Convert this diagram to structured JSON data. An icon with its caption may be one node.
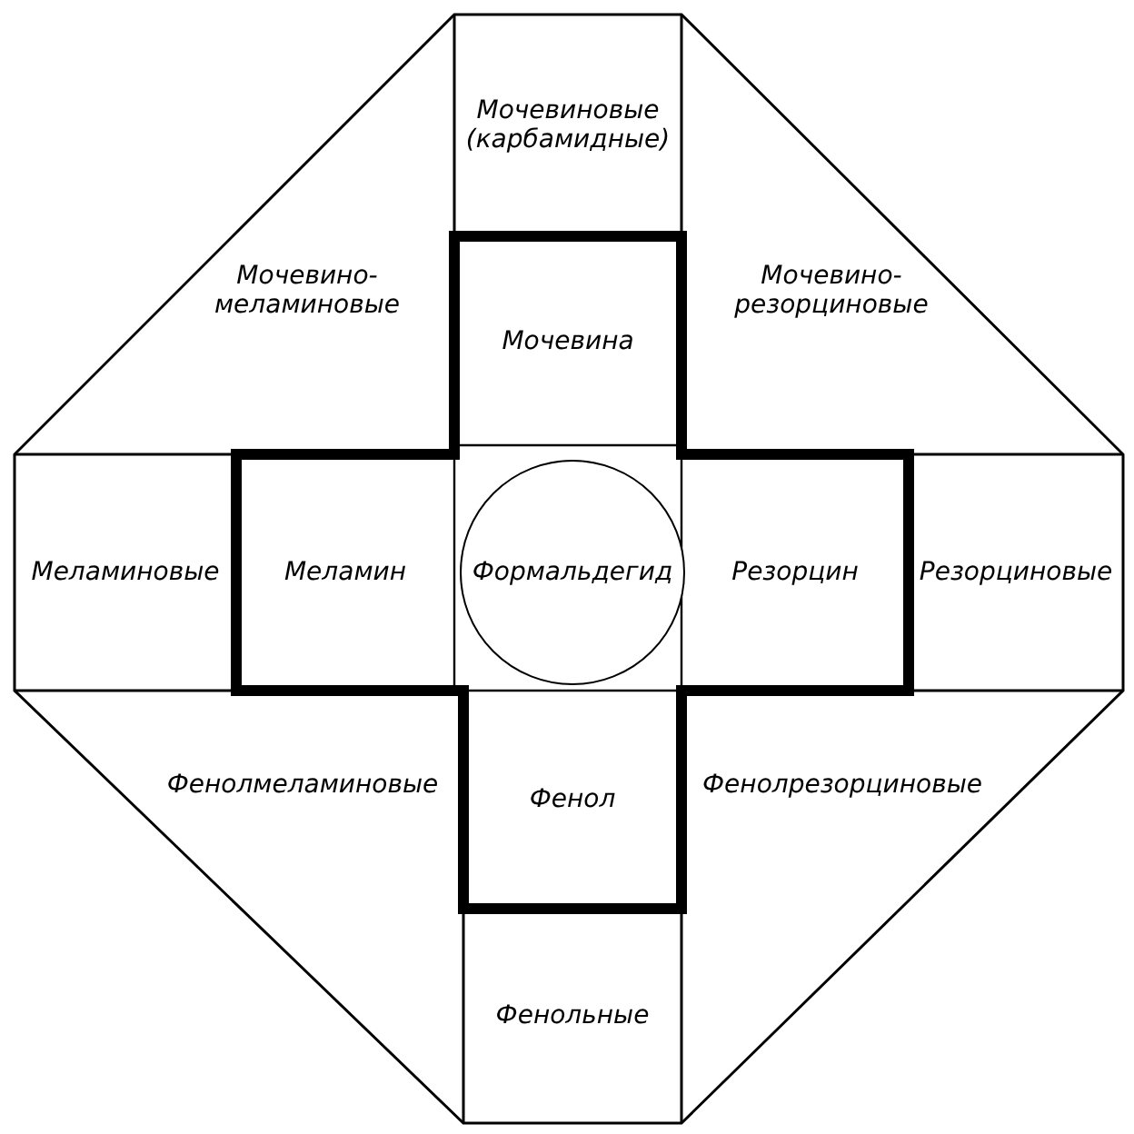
{
  "diagram": {
    "nodes": [
      {
        "text": [
          "Мочевиновые (карбамидные)"
        ]
      },
      {
        "text": [
          "Мочевино-меламиновые"
        ]
      },
      {
        "text": [
          "Мочевина"
        ]
      },
      {
        "text": [
          "Мочевино-резорциновые"
        ]
      },
      {
        "text": [
          "Меламиновые"
        ]
      },
      {
        "text": [
          "Меламин"
        ]
      },
      {
        "text": [
          "Формальдегид"
        ]
      },
      {
        "text": [
          "Резорцин"
        ]
      },
      {
        "text": [
          "Резорциновые"
        ]
      },
      {
        "text": [
          "Фенолмеламиновые"
        ]
      },
      {
        "text": [
          "Фенол"
        ]
      },
      {
        "text": [
          "Фенолрезорциновые"
        ]
      },
      {
        "text": [
          "Фенольные"
        ]
      }
    ],
    "edges": []
  }
}
